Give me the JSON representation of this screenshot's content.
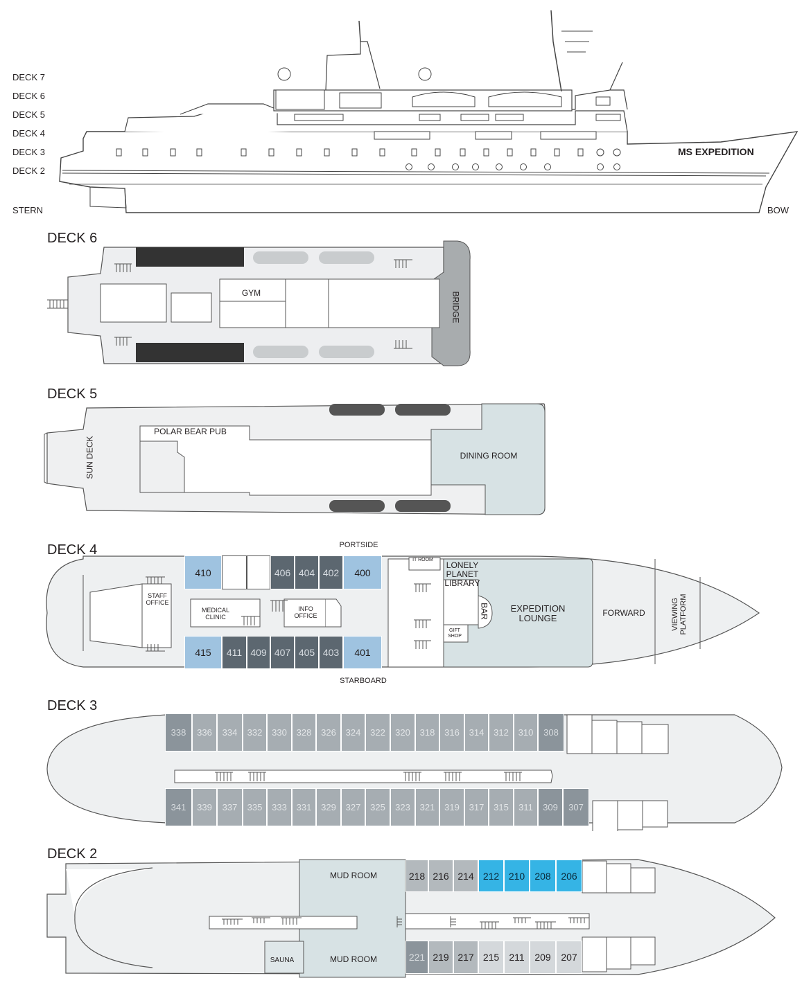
{
  "profile": {
    "deck_labels": [
      "DECK 7",
      "DECK 6",
      "DECK 5",
      "DECK 4",
      "DECK 3",
      "DECK 2"
    ],
    "stern": "STERN",
    "bow": "BOW",
    "ship_name": "MS EXPEDITION"
  },
  "deck6": {
    "title": "DECK 6",
    "gym": "GYM",
    "bridge": "BRIDGE"
  },
  "deck5": {
    "title": "DECK 5",
    "pub": "POLAR BEAR PUB",
    "sun_deck": "SUN DECK",
    "dining": "DINING ROOM"
  },
  "deck4": {
    "title": "DECK 4",
    "portside": "PORTSIDE",
    "starboard": "STARBOARD",
    "staff_office": "STAFF\nOFFICE",
    "medical": "MEDICAL\nCLINIC",
    "info": "INFO\nOFFICE",
    "it_room": "IT ROOM",
    "library": "LONELY\nPLANET\nLIBRARY",
    "bar": "BAR",
    "gift": "GIFT\nSHOP",
    "lounge": "EXPEDITION\nLOUNGE",
    "forward": "FORWARD",
    "viewing": "VIEWING\nPLATFORM",
    "port_cabins": [
      {
        "num": "410",
        "cat": "light"
      },
      {
        "num": "",
        "cat": "white"
      },
      {
        "num": "",
        "cat": "white"
      },
      {
        "num": "406",
        "cat": "dark"
      },
      {
        "num": "404",
        "cat": "dark"
      },
      {
        "num": "402",
        "cat": "dark"
      },
      {
        "num": "400",
        "cat": "light"
      }
    ],
    "star_cabins": [
      {
        "num": "415",
        "cat": "light"
      },
      {
        "num": "411",
        "cat": "dark"
      },
      {
        "num": "409",
        "cat": "dark"
      },
      {
        "num": "407",
        "cat": "dark"
      },
      {
        "num": "405",
        "cat": "dark"
      },
      {
        "num": "403",
        "cat": "dark"
      },
      {
        "num": "401",
        "cat": "light"
      }
    ]
  },
  "deck3": {
    "title": "DECK 3",
    "top_cabins": [
      "338",
      "336",
      "334",
      "332",
      "330",
      "328",
      "326",
      "324",
      "322",
      "320",
      "318",
      "316",
      "314",
      "312",
      "310",
      "308"
    ],
    "bottom_cabins": [
      "341",
      "339",
      "337",
      "335",
      "333",
      "331",
      "329",
      "327",
      "325",
      "323",
      "321",
      "319",
      "317",
      "315",
      "311",
      "309",
      "307"
    ]
  },
  "deck2": {
    "title": "DECK 2",
    "mud_room_top": "MUD ROOM",
    "mud_room_bottom": "MUD ROOM",
    "sauna": "SAUNA",
    "top_cabins": [
      {
        "num": "218",
        "cat": "mid"
      },
      {
        "num": "216",
        "cat": "mid"
      },
      {
        "num": "214",
        "cat": "mid"
      },
      {
        "num": "212",
        "cat": "blue"
      },
      {
        "num": "210",
        "cat": "blue"
      },
      {
        "num": "208",
        "cat": "blue"
      },
      {
        "num": "206",
        "cat": "blue"
      }
    ],
    "bottom_cabins": [
      {
        "num": "221",
        "cat": "grey"
      },
      {
        "num": "219",
        "cat": "mid"
      },
      {
        "num": "217",
        "cat": "mid"
      },
      {
        "num": "215",
        "cat": "pale"
      },
      {
        "num": "211",
        "cat": "pale"
      },
      {
        "num": "209",
        "cat": "pale"
      },
      {
        "num": "207",
        "cat": "pale"
      }
    ]
  }
}
